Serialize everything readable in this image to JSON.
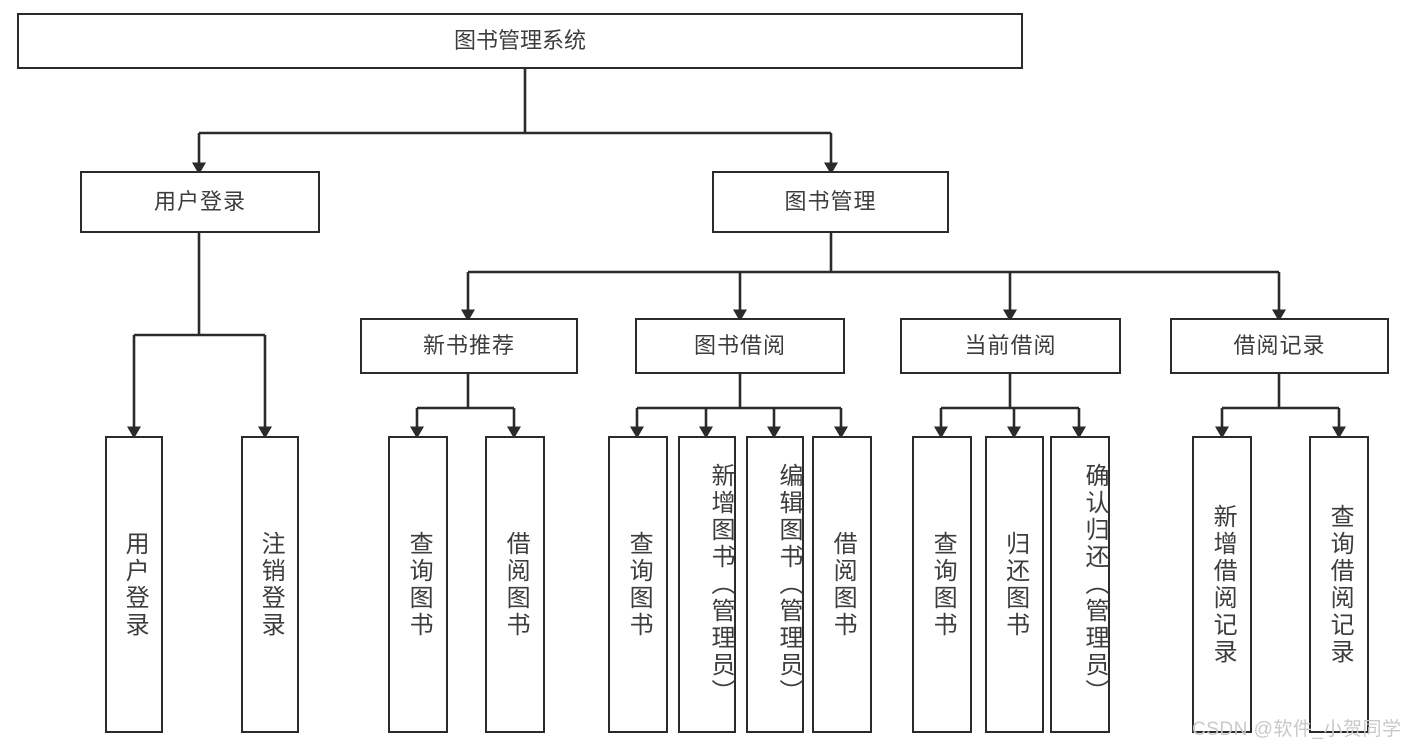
{
  "diagram": {
    "title_node": "图书管理系统",
    "level2": [
      {
        "id": "login",
        "label": "用户登录"
      },
      {
        "id": "bookmgmt",
        "label": "图书管理"
      }
    ],
    "level3": [
      {
        "id": "newbook",
        "label": "新书推荐"
      },
      {
        "id": "borrow",
        "label": "图书借阅"
      },
      {
        "id": "current",
        "label": "当前借阅"
      },
      {
        "id": "record",
        "label": "借阅记录"
      }
    ],
    "leaves": [
      {
        "id": "leaf-user-login",
        "label": "用户登录",
        "group": "login"
      },
      {
        "id": "leaf-logout",
        "label": "注销登录",
        "group": "login"
      },
      {
        "id": "leaf-query-book-1",
        "label": "查询图书",
        "group": "newbook"
      },
      {
        "id": "leaf-borrow-book-1",
        "label": "借阅图书",
        "group": "newbook"
      },
      {
        "id": "leaf-query-book-2",
        "label": "查询图书",
        "group": "borrow"
      },
      {
        "id": "leaf-add-book",
        "label": "新增图书（管理员）",
        "group": "borrow"
      },
      {
        "id": "leaf-edit-book",
        "label": "编辑图书（管理员）",
        "group": "borrow"
      },
      {
        "id": "leaf-borrow-book-2",
        "label": "借阅图书",
        "group": "borrow"
      },
      {
        "id": "leaf-query-book-3",
        "label": "查询图书",
        "group": "current"
      },
      {
        "id": "leaf-return-book",
        "label": "归还图书",
        "group": "current"
      },
      {
        "id": "leaf-confirm-return",
        "label": "确认归还（管理员）",
        "group": "current"
      },
      {
        "id": "leaf-add-record",
        "label": "新增借阅记录",
        "group": "record"
      },
      {
        "id": "leaf-query-record",
        "label": "查询借阅记录",
        "group": "record"
      }
    ],
    "watermark": "CSDN @软件_小贺同学",
    "colors": {
      "stroke": "#2b2b2b",
      "text": "#3d3d3d",
      "background": "#ffffff",
      "watermark": "#c9c9c9"
    }
  }
}
